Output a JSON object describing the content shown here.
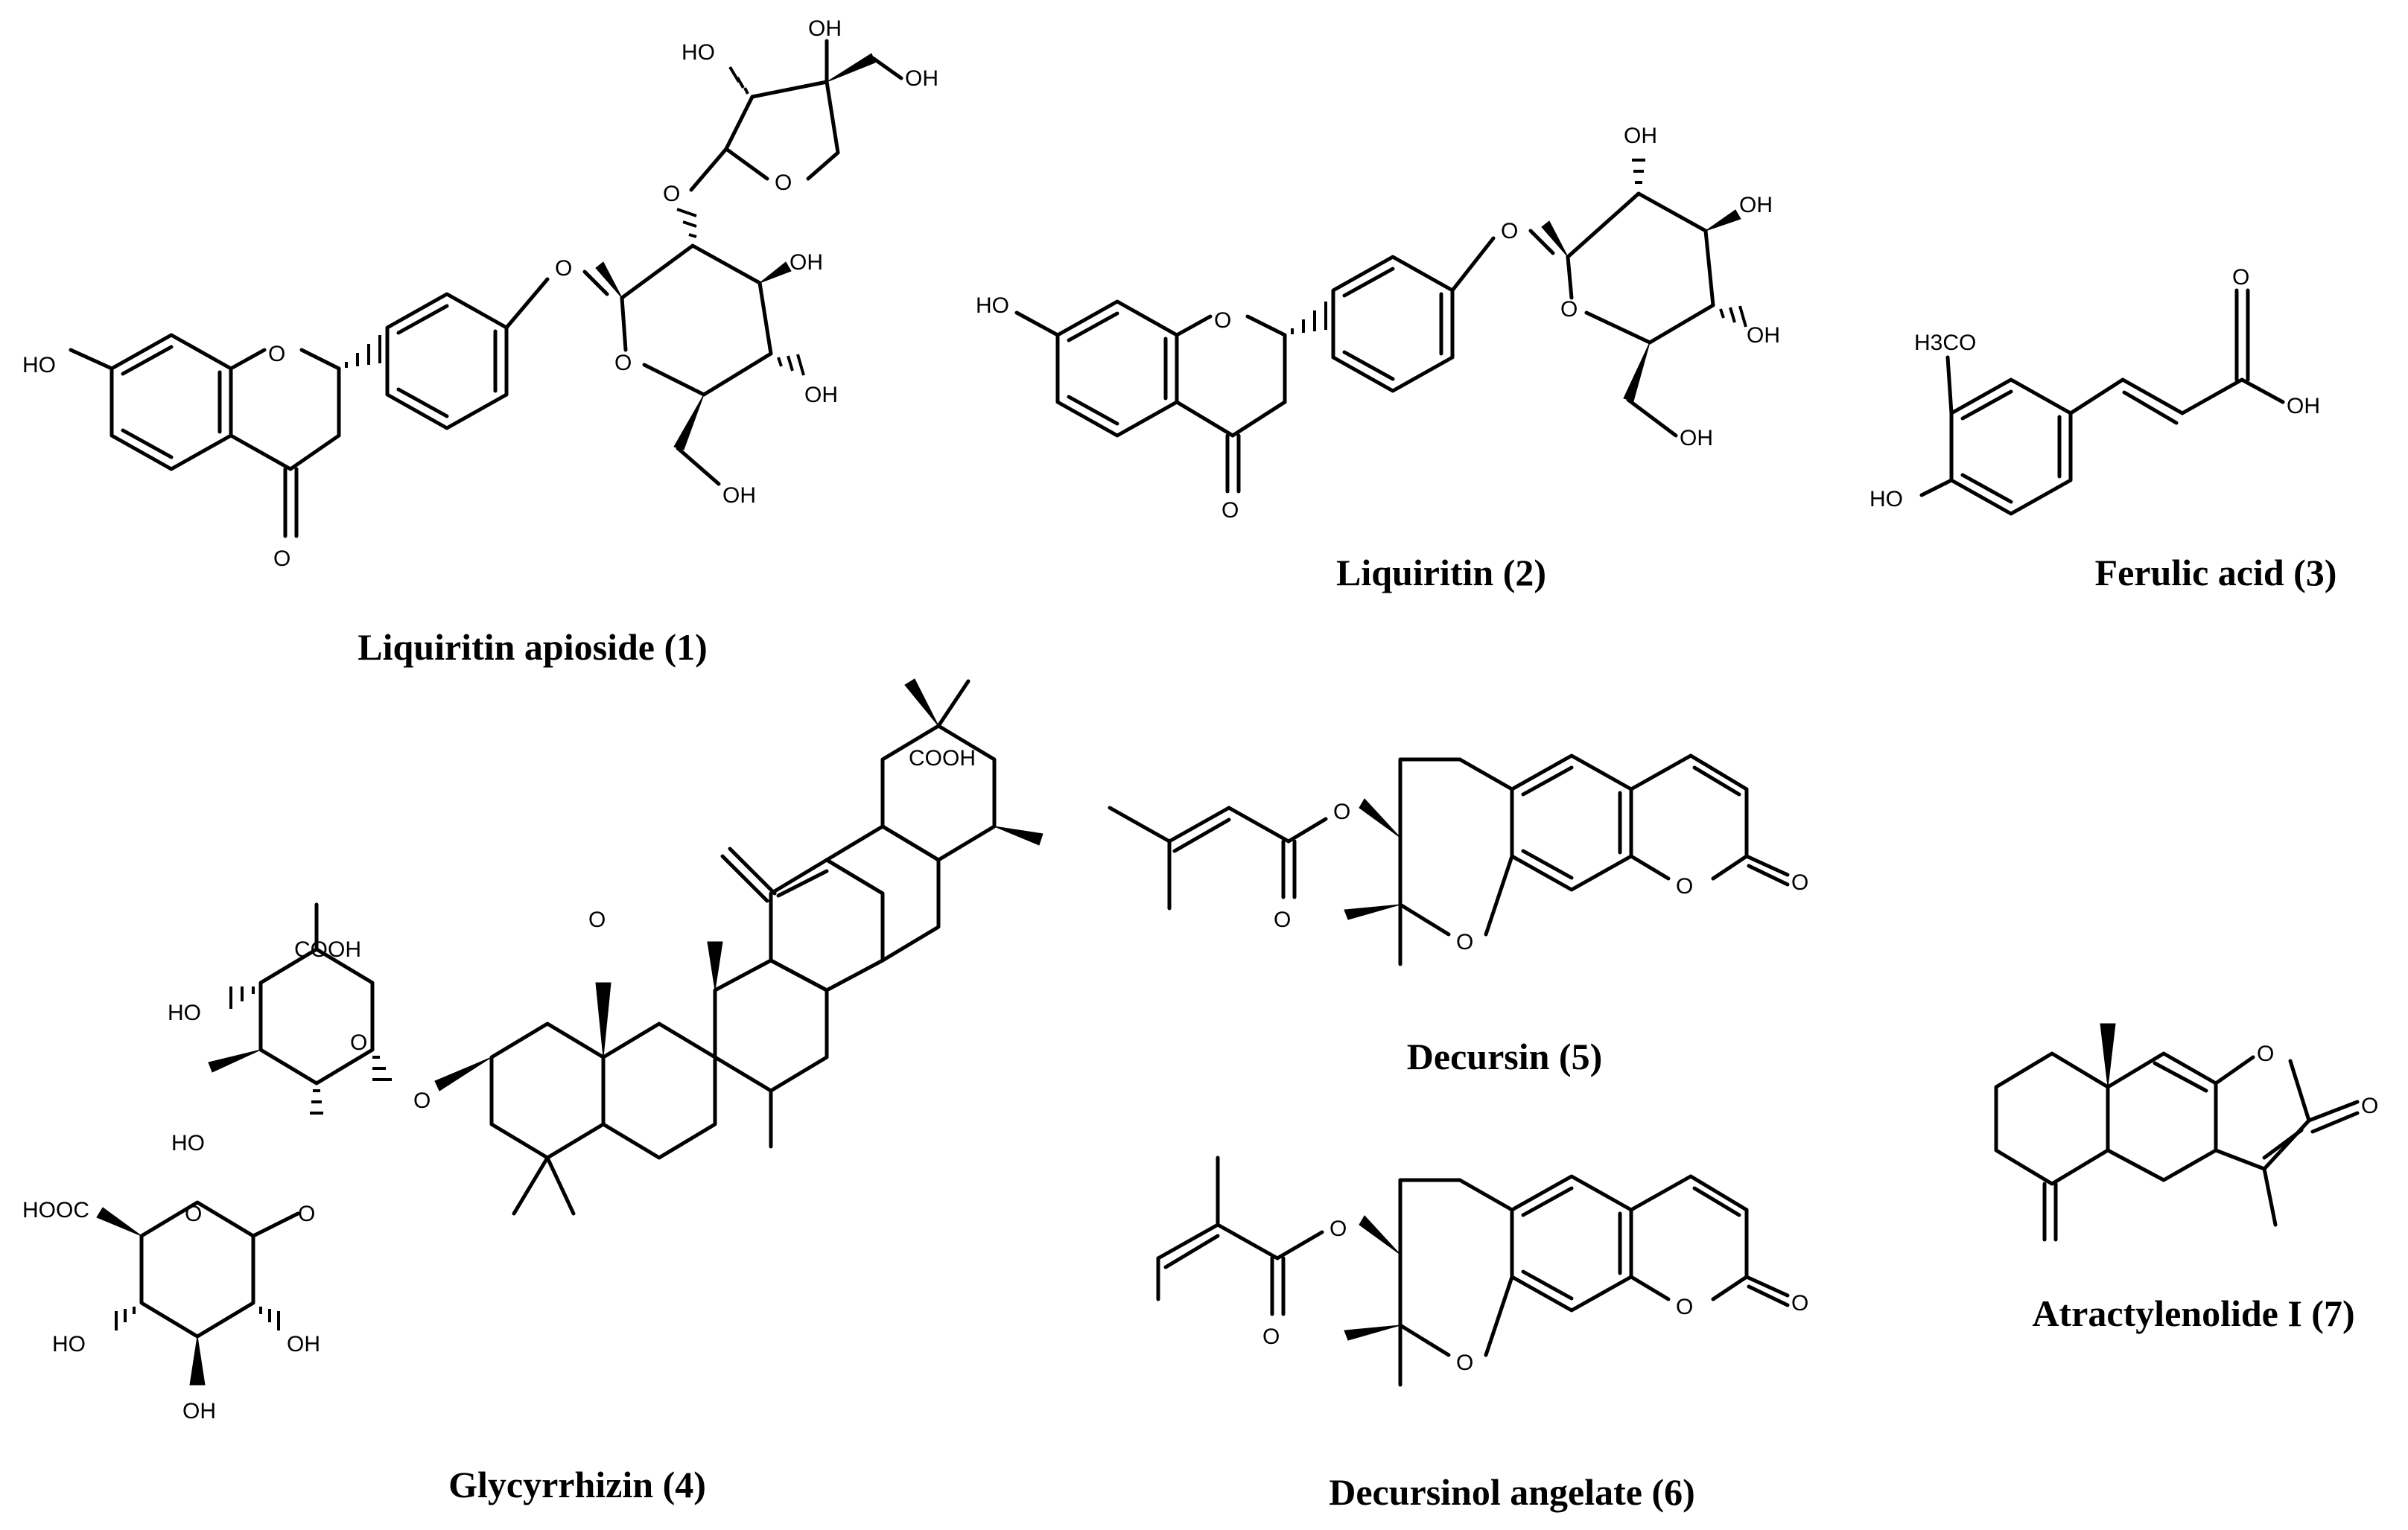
{
  "compounds": [
    {
      "id": "c1",
      "name": "Liquiritin apioside (1)"
    },
    {
      "id": "c2",
      "name": "Liquiritin (2)"
    },
    {
      "id": "c3",
      "name": "Ferulic acid (3)"
    },
    {
      "id": "c4",
      "name": "Glycyrrhizin (4)"
    },
    {
      "id": "c5",
      "name": "Decursin (5)"
    },
    {
      "id": "c6",
      "name": "Decursinol angelate (6)"
    },
    {
      "id": "c7",
      "name": "Atractylenolide I (7)"
    }
  ],
  "atom_labels": {
    "c1": [
      "HO",
      "O",
      "O",
      "O",
      "O",
      "OH",
      "OH",
      "O",
      "OH",
      "OH",
      "HO",
      "OH",
      "O"
    ],
    "c2": [
      "HO",
      "O",
      "O",
      "O",
      "OH",
      "OH",
      "OH",
      "O",
      "OH"
    ],
    "c3": [
      "H3CO",
      "HO",
      "O",
      "OH"
    ],
    "c4": [
      "COOH",
      "O",
      "COOH",
      "HO",
      "HO",
      "O",
      "O",
      "O",
      "HOOC",
      "O",
      "HO",
      "OH",
      "OH"
    ],
    "c5": [
      "O",
      "O",
      "O",
      "O",
      "O"
    ],
    "c6": [
      "O",
      "O",
      "O",
      "O",
      "O"
    ],
    "c7": [
      "O",
      "O"
    ]
  }
}
